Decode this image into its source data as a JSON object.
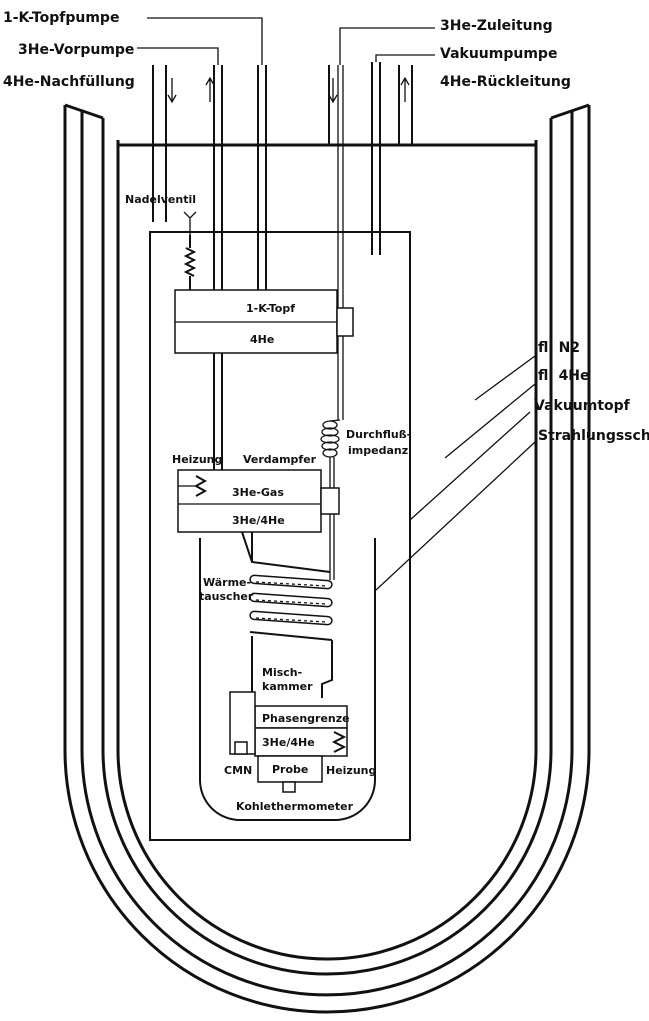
{
  "labels": {
    "topfpumpe": "1-K-Topfpumpe",
    "he3_vorpumpe": "3He-Vorpumpe",
    "he4_nachfuellung": "4He-Nachfüllung",
    "he3_zuleitung": "3He-Zuleitung",
    "vakuumpumpe": "Vakuumpumpe",
    "he4_rueckleitung": "4He-Rückleitung",
    "nadelventil": "Nadelventil",
    "topf_1k": "1-K-Topf",
    "he4": "4He",
    "fl_n2": "fl. N2",
    "fl_he4": "fl. 4He",
    "vakuumtopf": "Vakuumtopf",
    "strahlungsschild": "Strahlungsschild",
    "durchfluss": "Durchfluß-",
    "impedanz": "impedanz",
    "heizung_top": "Heizung",
    "verdampfer": "Verdampfer",
    "he3_gas": "3He-Gas",
    "he3_he4_top": "3He/4He",
    "waerme": "Wärme-",
    "tauscher": "tauscher",
    "misch": "Misch-",
    "kammer": "kammer",
    "phasengrenze": "Phasengrenze",
    "he3_he4_bottom": "3He/4He",
    "cmn": "CMN",
    "probe": "Probe",
    "heizung_bottom": "Heizung",
    "kohlethermometer": "Kohlethermometer"
  }
}
